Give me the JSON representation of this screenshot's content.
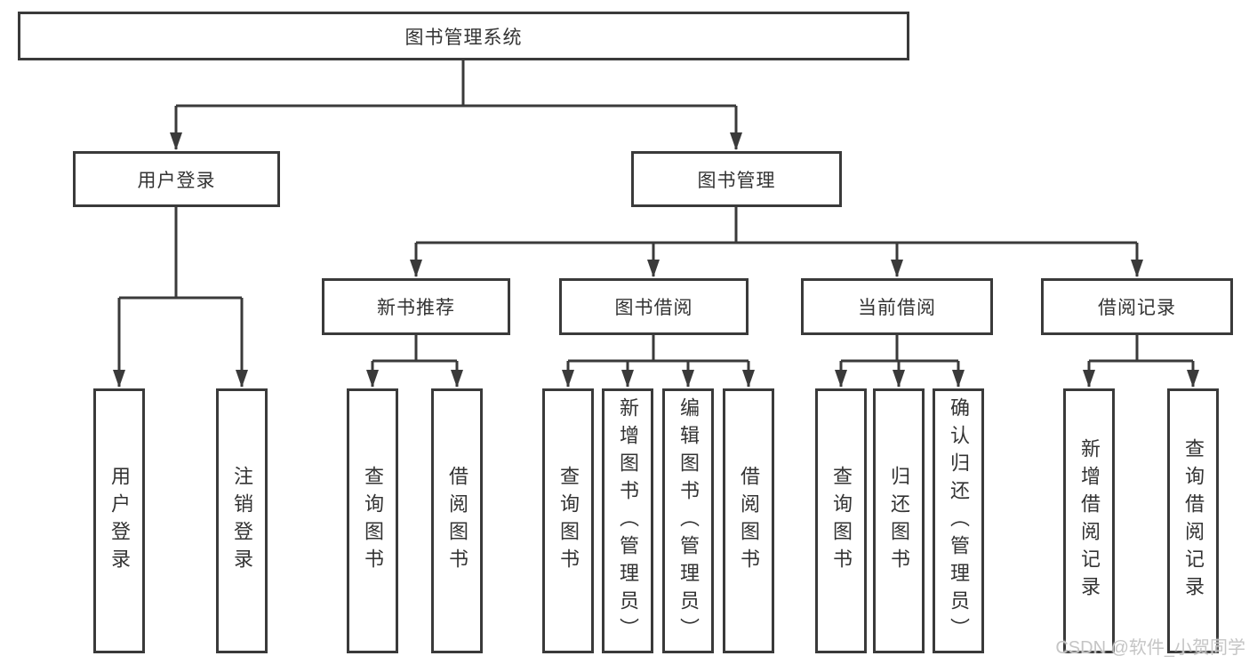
{
  "diagram": {
    "root": {
      "label": "图书管理系统"
    },
    "branches": [
      {
        "label": "用户登录",
        "children": [
          {
            "label": "用户登录"
          },
          {
            "label": "注销登录"
          }
        ]
      },
      {
        "label": "图书管理",
        "children": [
          {
            "label": "新书推荐",
            "children": [
              {
                "label": "查询图书"
              },
              {
                "label": "借阅图书"
              }
            ]
          },
          {
            "label": "图书借阅",
            "children": [
              {
                "label": "查询图书"
              },
              {
                "label": "新增图书（管理员）"
              },
              {
                "label": "编辑图书（管理员）"
              },
              {
                "label": "借阅图书"
              }
            ]
          },
          {
            "label": "当前借阅",
            "children": [
              {
                "label": "查询图书"
              },
              {
                "label": "归还图书"
              },
              {
                "label": "确认归还（管理员）"
              }
            ]
          },
          {
            "label": "借阅记录",
            "children": [
              {
                "label": "新增借阅记录"
              },
              {
                "label": "查询借阅记录"
              }
            ]
          }
        ]
      }
    ],
    "watermark": "CSDN @软件_小贺同学",
    "colors": {
      "line": "#3a3a3a",
      "text": "#333333",
      "watermark": "#c5c5c5"
    }
  }
}
